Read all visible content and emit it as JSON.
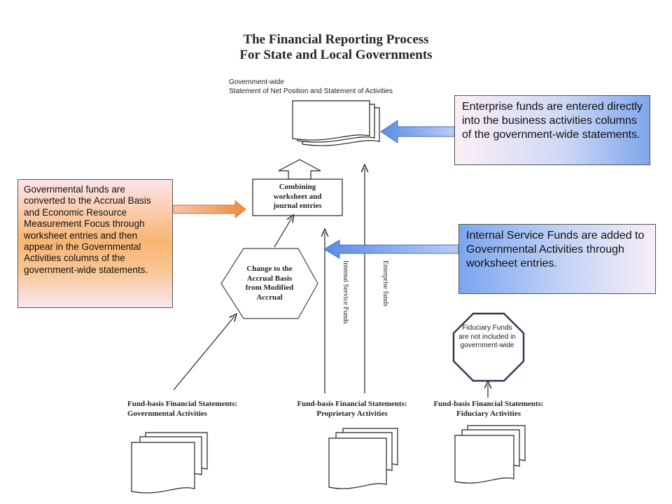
{
  "title": {
    "line1": "The Financial Reporting Process",
    "line2": "For State and Local Governments"
  },
  "gov_wide_caption": {
    "line1": "Government-wide",
    "line2": "Statement of Net Position and Statement of Activities"
  },
  "combining_box": {
    "line1": "Combining",
    "line2": "worksheet and",
    "line3": "journal entries"
  },
  "hexagon_label": {
    "line1": "Change to the",
    "line2": "Accrual Basis",
    "line3": "from Modified",
    "line4": "Accrual"
  },
  "callouts": {
    "enterprise": "Enterprise funds are entered directly into the business activities columns of the government-wide statements.",
    "internal_service": "Internal Service Funds are added to Governmental Activities through worksheet entries.",
    "governmental": "Governmental funds are converted to the Accrual Basis and Economic Resource Measurement Focus through worksheet entries and then appear in the Governmental Activities columns of the government-wide statements."
  },
  "vertical_labels": {
    "internal_service": "Internal Service Funds",
    "enterprise": "Enterprise funds"
  },
  "fiduciary_note": "Fiduciary Funds are not included in government-wide",
  "fund_statements": {
    "governmental": {
      "line1": "Fund-basis Financial Statements:",
      "line2": "Governmental Activities"
    },
    "proprietary": {
      "line1": "Fund-basis Financial Statements:",
      "line2": "Proprietary  Activities"
    },
    "fiduciary": {
      "line1": "Fund-basis Financial Statements:",
      "line2": "Fiduciary Activities"
    }
  },
  "colors": {
    "blue_arrow": "#7fa6ec",
    "orange_arrow": "#f59a52",
    "line": "#222222",
    "octagon_border": "#2e3550"
  }
}
